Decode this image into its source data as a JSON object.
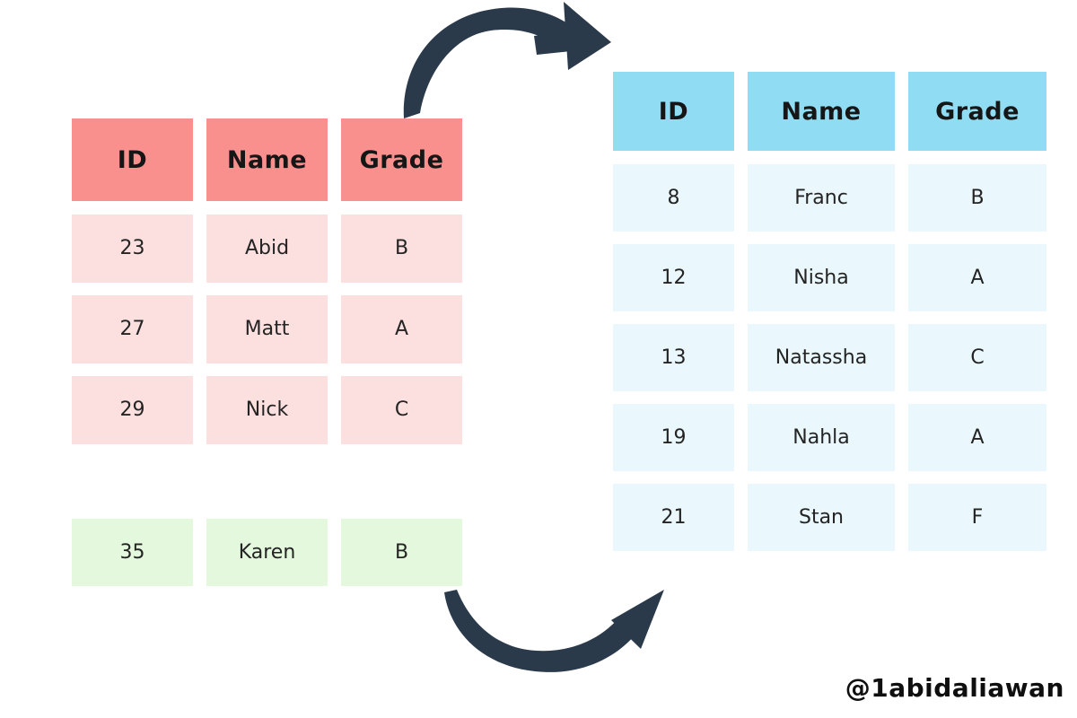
{
  "colors": {
    "background": "#ffffff",
    "arrow": "#2b3a4a",
    "left_header_bg": "#f9908e",
    "left_row_bg": "#fcdfdf",
    "appended_row_bg": "#e4f8dd",
    "right_header_bg": "#90dcf3",
    "right_row_bg": "#eaf8fd",
    "header_text": "#161616",
    "cell_text": "#242424",
    "watermark_text": "#0f0f0f"
  },
  "left_table": {
    "columns": [
      "ID",
      "Name",
      "Grade"
    ],
    "rows": [
      {
        "id": "23",
        "name": "Abid",
        "grade": "B"
      },
      {
        "id": "27",
        "name": "Matt",
        "grade": "A"
      },
      {
        "id": "29",
        "name": "Nick",
        "grade": "C"
      }
    ],
    "appended_row": {
      "id": "35",
      "name": "Karen",
      "grade": "B"
    }
  },
  "right_table": {
    "columns": [
      "ID",
      "Name",
      "Grade"
    ],
    "rows": [
      {
        "id": "8",
        "name": "Franc",
        "grade": "B"
      },
      {
        "id": "12",
        "name": "Nisha",
        "grade": "A"
      },
      {
        "id": "13",
        "name": "Natassha",
        "grade": "C"
      },
      {
        "id": "19",
        "name": "Nahla",
        "grade": "A"
      },
      {
        "id": "21",
        "name": "Stan",
        "grade": "F"
      }
    ]
  },
  "watermark": {
    "handle": "@1abidaliawan"
  }
}
